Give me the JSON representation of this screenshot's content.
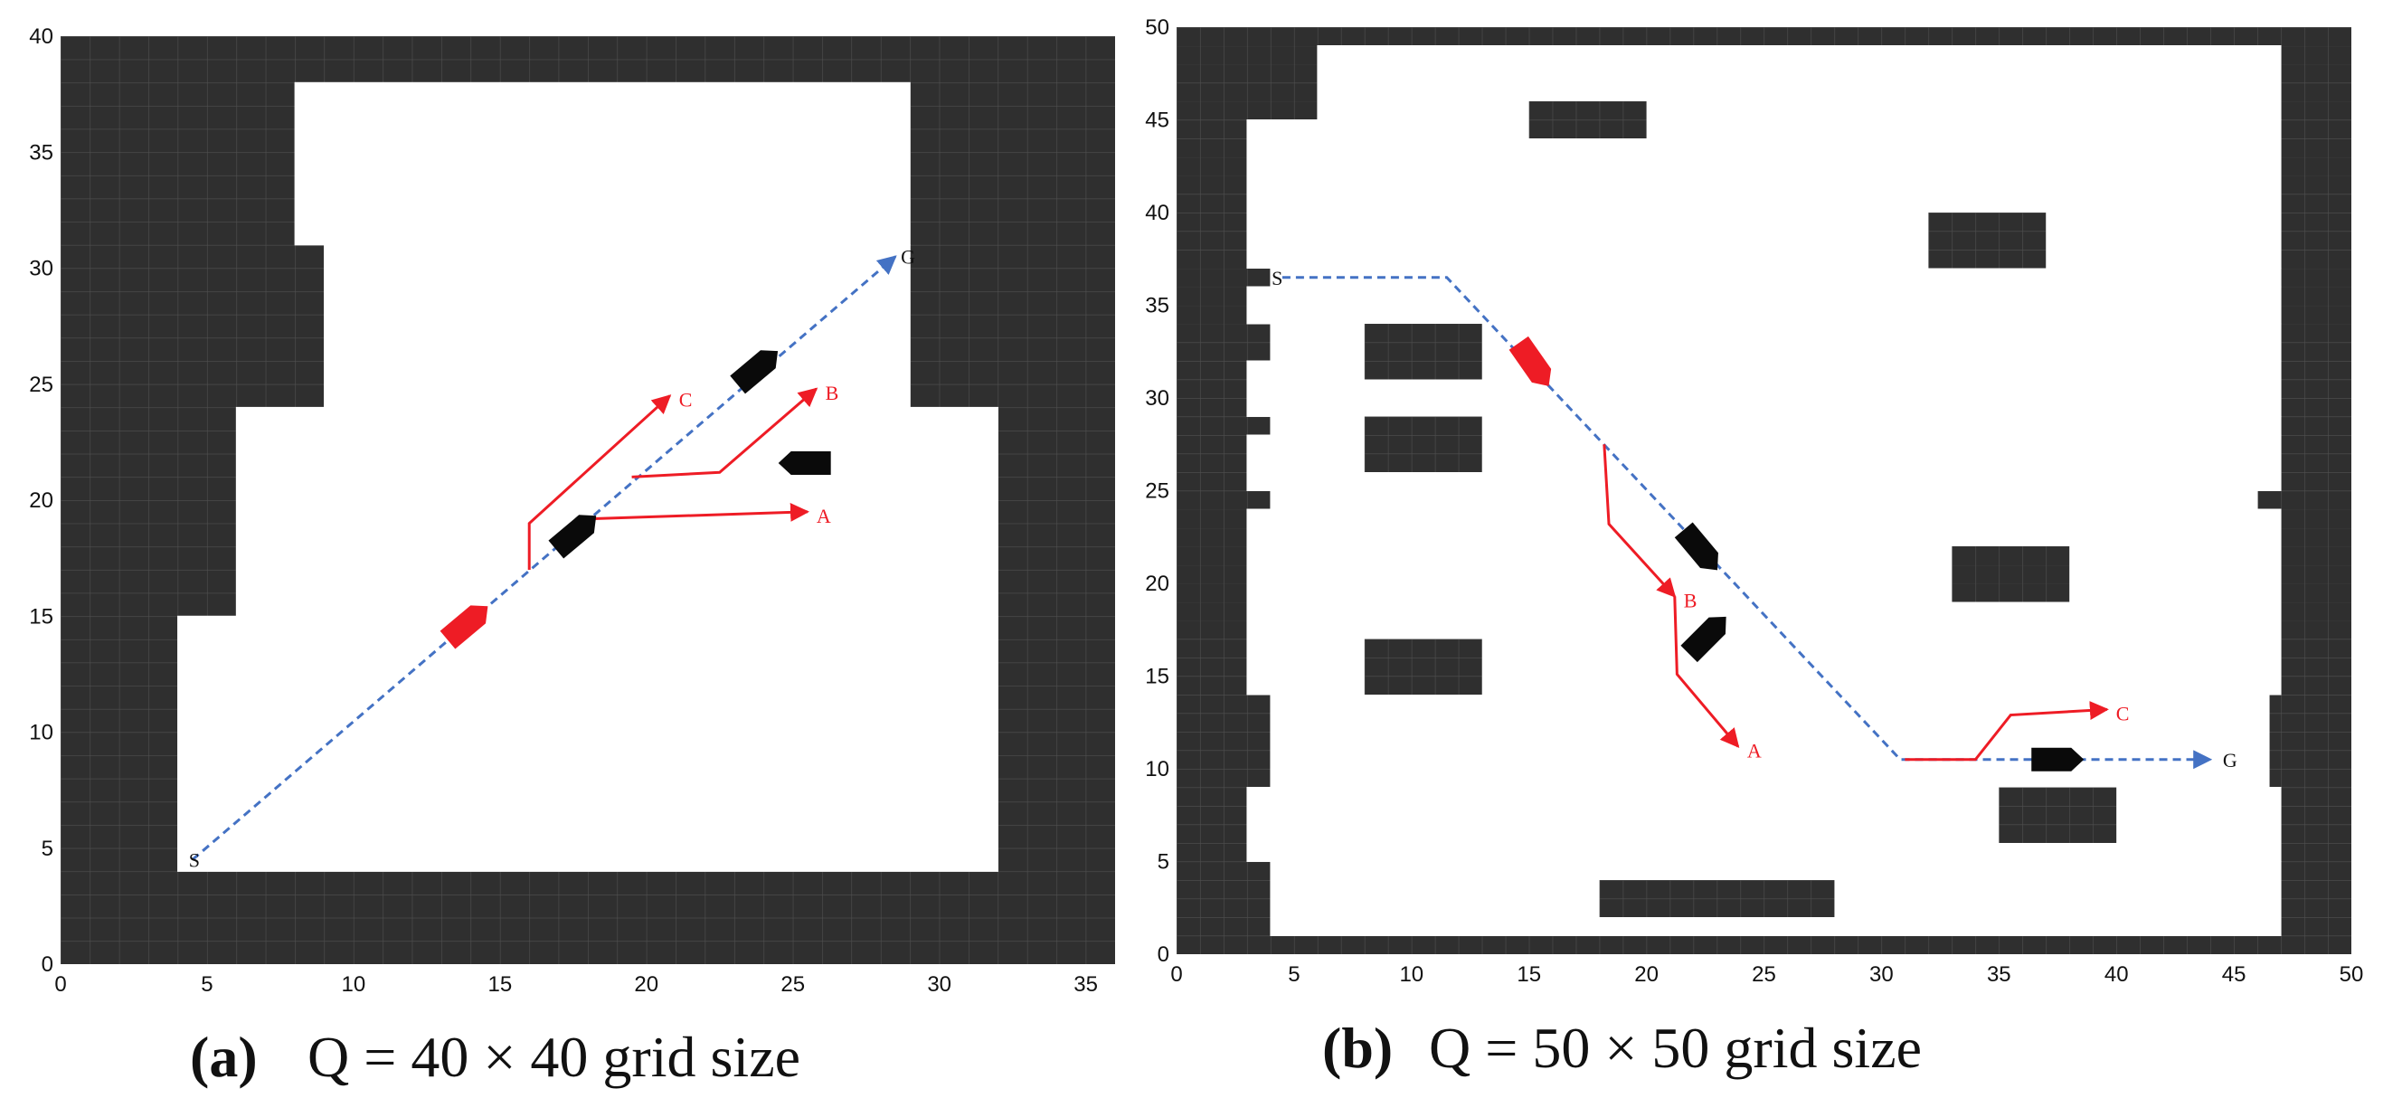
{
  "colors": {
    "obstacle": "#2f2f2f",
    "grid_line": "#505050",
    "global_path": "#4472c4",
    "local_path": "#ee1c25",
    "own_ship": "#ee1c25",
    "other_ship": "#0a0a0a",
    "marker_dark": "#111111"
  },
  "panels": [
    {
      "id": "a",
      "caption": {
        "label": "(a)",
        "letter": "a",
        "text": "Q = 40 × 40 grid size"
      },
      "x_ticks": [
        "0",
        "5",
        "10",
        "15",
        "20",
        "25",
        "30",
        "35"
      ],
      "y_ticks": [
        "0",
        "5",
        "10",
        "15",
        "20",
        "25",
        "30",
        "35",
        "40"
      ],
      "xlim": [
        0,
        36
      ],
      "ylim": [
        0,
        40
      ],
      "free_space": [
        [
          4,
          4,
          28,
          11
        ],
        [
          6,
          15,
          26,
          9
        ],
        [
          9,
          24,
          20,
          7
        ],
        [
          8,
          31,
          21,
          7
        ]
      ],
      "global_path": [
        [
          4.5,
          4.5
        ],
        [
          28.5,
          30.5
        ]
      ],
      "start": {
        "label": "S",
        "at": [
          4.5,
          4.5
        ]
      },
      "goal": {
        "label": "G",
        "at": [
          28.5,
          30.5
        ]
      },
      "local_paths": [
        {
          "label": "C",
          "points": [
            [
              16,
              17
            ],
            [
              16,
              19
            ],
            [
              20.8,
              24.5
            ]
          ]
        },
        {
          "label": "B",
          "points": [
            [
              19.5,
              21
            ],
            [
              22.5,
              21.2
            ],
            [
              25.8,
              24.8
            ]
          ]
        },
        {
          "label": "A",
          "points": [
            [
              18.2,
              19.2
            ],
            [
              25.5,
              19.5
            ]
          ]
        }
      ],
      "own_ship": {
        "at": [
          13.9,
          14.7
        ],
        "heading_deg": 40
      },
      "other_ships": [
        {
          "at": [
            17.6,
            18.6
          ],
          "heading_deg": 40
        },
        {
          "at": [
            23.8,
            25.7
          ],
          "heading_deg": 40
        },
        {
          "at": [
            25.4,
            21.6
          ],
          "heading_deg": 180
        }
      ]
    },
    {
      "id": "b",
      "caption": {
        "label": "(b)",
        "letter": "b",
        "text": "Q = 50 × 50 grid size"
      },
      "x_ticks": [
        "0",
        "5",
        "10",
        "15",
        "20",
        "25",
        "30",
        "35",
        "40",
        "45",
        "50"
      ],
      "y_ticks": [
        "0",
        "5",
        "10",
        "15",
        "20",
        "25",
        "30",
        "35",
        "40",
        "45",
        "50"
      ],
      "xlim": [
        0,
        50
      ],
      "ylim": [
        0,
        50
      ],
      "free_space": [
        [
          4,
          1,
          43,
          4
        ],
        [
          3,
          5,
          44,
          4
        ],
        [
          4,
          9,
          42.5,
          5
        ],
        [
          3,
          14,
          44,
          10
        ],
        [
          4,
          24,
          42,
          1
        ],
        [
          3,
          25,
          44,
          3
        ],
        [
          4,
          28,
          43,
          1
        ],
        [
          3,
          29,
          44,
          3
        ],
        [
          4,
          32,
          43,
          2
        ],
        [
          3,
          34,
          44,
          2
        ],
        [
          4,
          36,
          43,
          1
        ],
        [
          3,
          37,
          44,
          8
        ],
        [
          6,
          45,
          41,
          4
        ]
      ],
      "obstacles": [
        [
          15,
          44,
          5,
          2
        ],
        [
          32,
          37,
          5,
          3
        ],
        [
          8,
          31,
          5,
          3
        ],
        [
          8,
          26,
          5,
          3
        ],
        [
          33,
          19,
          5,
          3
        ],
        [
          8,
          14,
          5,
          3
        ],
        [
          35,
          6,
          5,
          3
        ],
        [
          18,
          2,
          10,
          2
        ]
      ],
      "global_path": [
        [
          4.5,
          36.5
        ],
        [
          11.5,
          36.5
        ],
        [
          30.8,
          10.5
        ],
        [
          44,
          10.5
        ]
      ],
      "start": {
        "label": "S",
        "at": [
          4.2,
          36.5
        ]
      },
      "goal": {
        "label": "G",
        "at": [
          44.3,
          10.5
        ]
      },
      "local_paths": [
        {
          "label": "B",
          "points": [
            [
              18.2,
              27.5
            ],
            [
              18.4,
              23.2
            ],
            [
              21.2,
              19.3
            ]
          ]
        },
        {
          "label": "A",
          "points": [
            [
              21.2,
              19.3
            ],
            [
              21.3,
              15.1
            ],
            [
              23.9,
              11.2
            ]
          ]
        },
        {
          "label": "C",
          "points": [
            [
              31,
              10.5
            ],
            [
              34,
              10.5
            ],
            [
              35.5,
              12.9
            ],
            [
              39.6,
              13.2
            ]
          ]
        }
      ],
      "own_ship": {
        "at": [
          15.2,
          31.8
        ],
        "heading_deg": -55
      },
      "other_ships": [
        {
          "at": [
            22.3,
            21.8
          ],
          "heading_deg": -50
        },
        {
          "at": [
            22.6,
            17.2
          ],
          "heading_deg": 45
        },
        {
          "at": [
            37.5,
            10.5
          ],
          "heading_deg": 0
        }
      ]
    }
  ]
}
